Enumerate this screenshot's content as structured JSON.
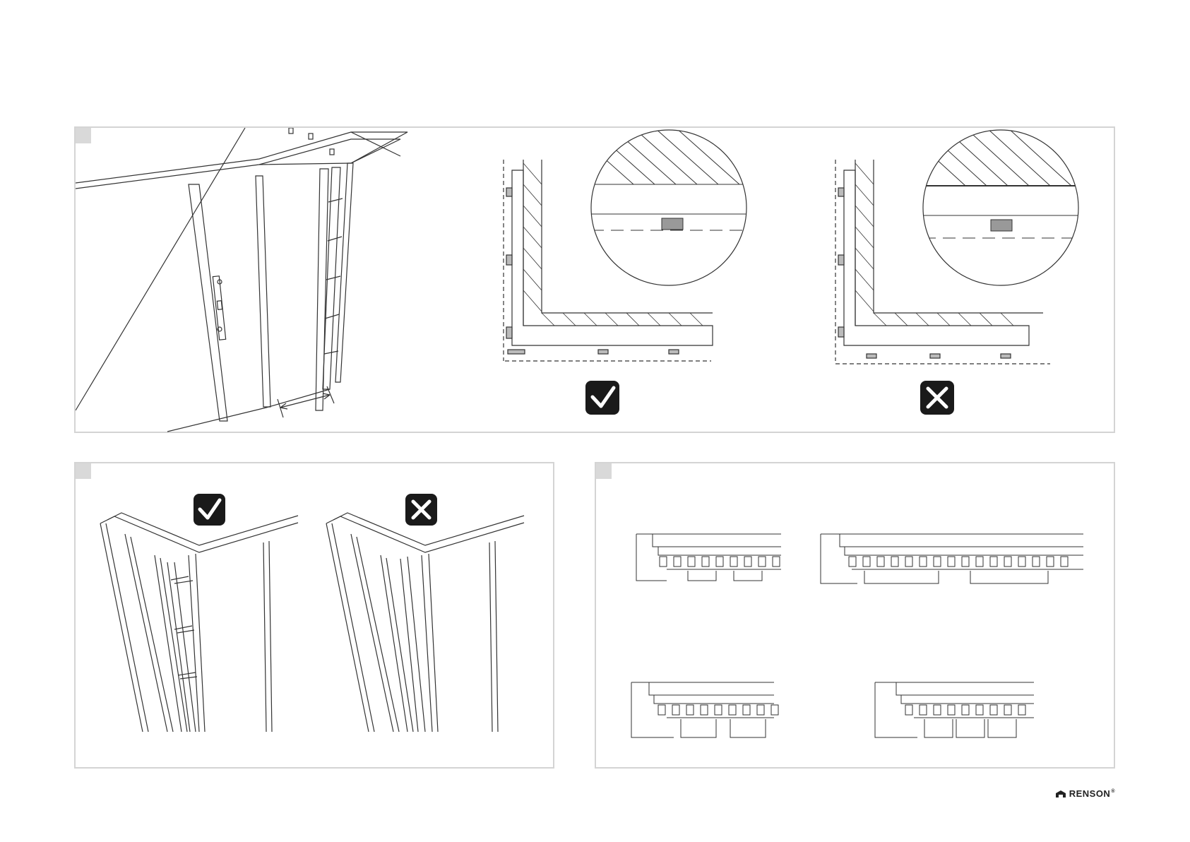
{
  "brand": {
    "logo_text": "RENSON",
    "registered_mark": "®"
  },
  "panels": [
    {
      "id": "panel-1",
      "label": ""
    },
    {
      "id": "panel-2",
      "label": ""
    },
    {
      "id": "panel-3",
      "label": ""
    }
  ],
  "icons": {
    "correct": "check-icon",
    "incorrect": "cross-icon"
  },
  "colors": {
    "line": "#333333",
    "panel_border": "#d4d4d4",
    "tab": "#d9d9d9",
    "icon_bg": "#1a1a1a"
  }
}
